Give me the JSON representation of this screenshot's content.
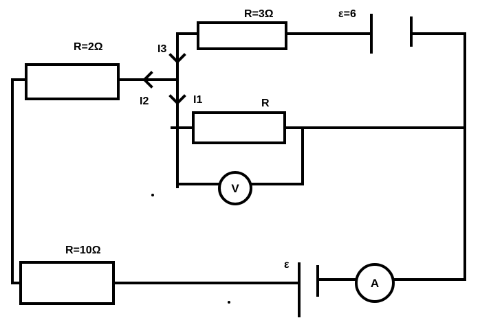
{
  "labels": {
    "r_top": "R=3Ω",
    "emf_top": "ε=6",
    "r_left": "R=2Ω",
    "i3": "I3",
    "i2": "I2",
    "i1": "I1",
    "r_mid": "R",
    "voltmeter": "V",
    "r_bottom": "R=10Ω",
    "emf_bottom": "ε",
    "ammeter": "A"
  }
}
